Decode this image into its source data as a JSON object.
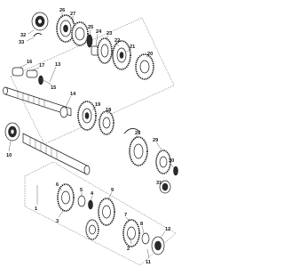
{
  "diagram": {
    "callouts": [
      "26",
      "27",
      "32",
      "33",
      "25",
      "24",
      "23",
      "22",
      "21",
      "20",
      "16",
      "17",
      "13",
      "15",
      "14",
      "19",
      "18",
      "10",
      "28",
      "29",
      "30",
      "31",
      "1",
      "6",
      "3",
      "5",
      "4",
      "9",
      "7",
      "8",
      "2",
      "11",
      "12"
    ]
  }
}
